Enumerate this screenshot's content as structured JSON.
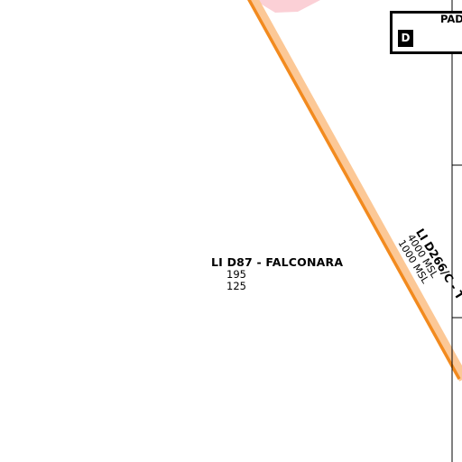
{
  "colors": {
    "background": "#ffffff",
    "boundary_orange": "#f28a1e",
    "boundary_buffer": "#fcc896",
    "restricted_fill": "#fbd0d6",
    "text": "#000000"
  },
  "zones": {
    "falconara": {
      "name": "LI D87 - FALCONARA",
      "upper_limit": "195",
      "lower_limit": "125"
    },
    "d266": {
      "name": "LI D266/C - T",
      "upper_limit": "4000 MSL",
      "lower_limit": "1000 MSL"
    }
  },
  "panel": {
    "letter": "D",
    "title": "PAD"
  }
}
